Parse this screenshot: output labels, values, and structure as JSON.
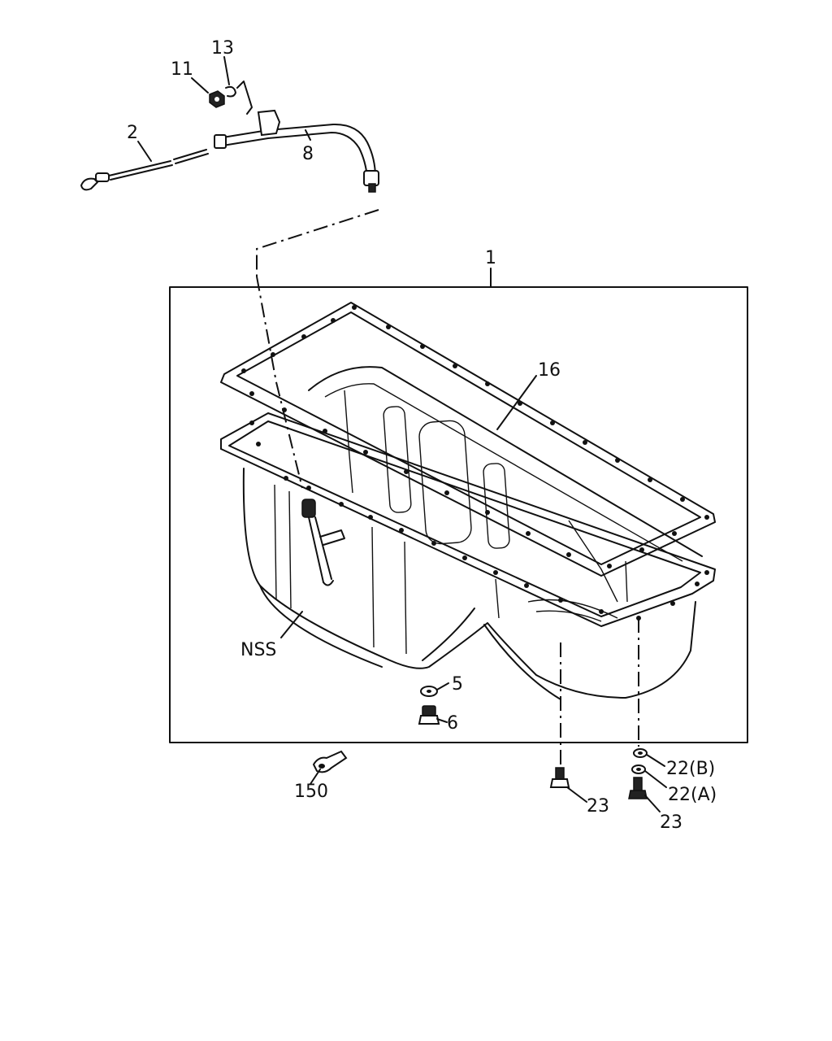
{
  "callouts": {
    "c1": "1",
    "c2": "2",
    "c5": "5",
    "c6": "6",
    "c8": "8",
    "c11": "11",
    "c13": "13",
    "c16": "16",
    "c22b": "22(B)",
    "c22a": "22(A)",
    "c23a": "23",
    "c23b": "23",
    "c150": "150",
    "cnss": "NSS"
  }
}
